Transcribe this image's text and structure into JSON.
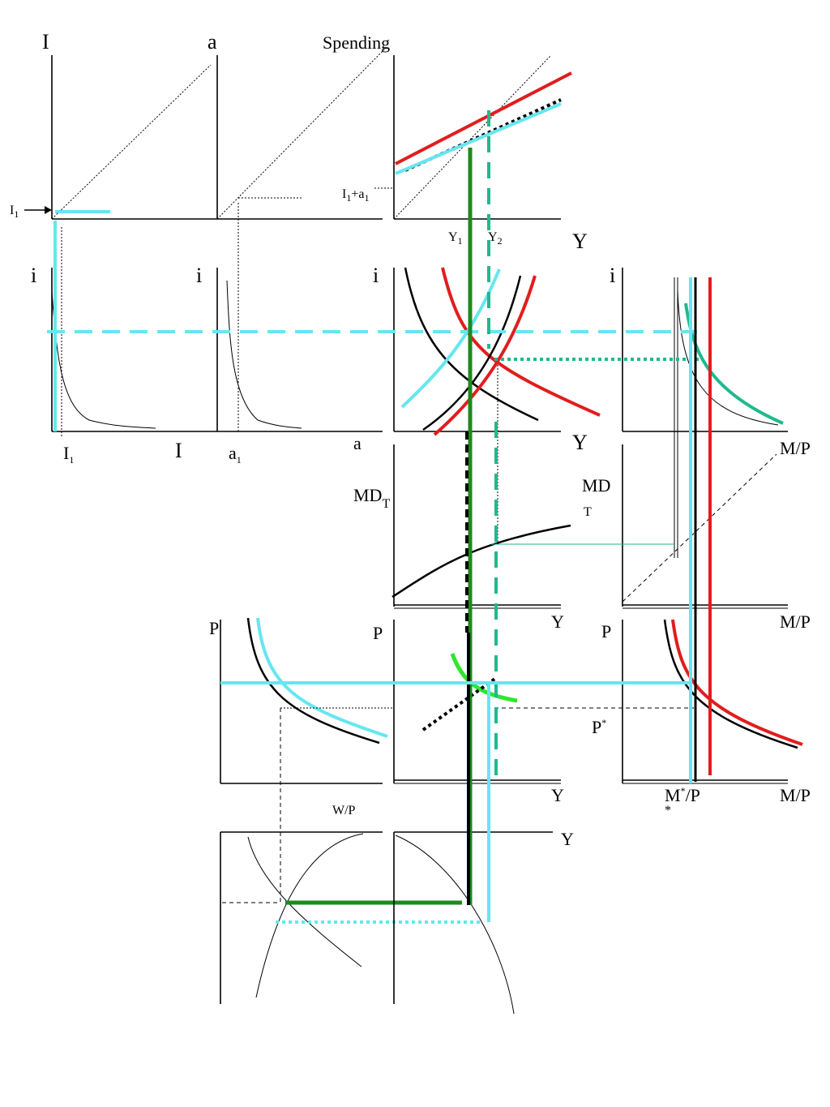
{
  "panels": {
    "top_left": {
      "y_axis": "I",
      "tick": "I",
      "tick_sub": "1"
    },
    "top_mid": {
      "y_axis": "a"
    },
    "top_right": {
      "y_axis": "Spending",
      "intercept_main": "I",
      "intercept_sub1": "1",
      "intercept_plus": "+a",
      "intercept_sub2": "1",
      "y1_main": "Y",
      "y1_sub": "1",
      "y2_main": "Y",
      "y2_sub": "2",
      "x_axis": "Y"
    },
    "invest_demand": {
      "y_axis": "i",
      "x_axis": "I",
      "tick_main": "I",
      "tick_sub": "1"
    },
    "auto_demand": {
      "y_axis": "i",
      "x_axis": "a",
      "tick_main": "a",
      "tick_sub": "1"
    },
    "islm": {
      "y_axis": "i",
      "x_axis": "Y"
    },
    "money_market": {
      "y_axis": "i",
      "x_axis": "M/P"
    },
    "md_left": {
      "main": "MD",
      "sub": "T"
    },
    "md_right": {
      "main": "MD",
      "sub": "T"
    },
    "md_axis_Y": "Y",
    "md_axis_MP": "M/P",
    "ad_left": {
      "y_axis": "P",
      "x_axis": "W/P"
    },
    "ad_mid": {
      "y_axis": "P",
      "x_axis": "Y"
    },
    "ad_right": {
      "y_axis": "P",
      "x_axis": "M/P",
      "p_star_main": "P",
      "p_star_sup": "*",
      "m_star_main": "M",
      "m_star_sup": "*",
      "m_star_rest": "/P",
      "m_star_under": "*"
    },
    "prod_axis": "Y"
  },
  "colors": {
    "cyan": "#66e6f0",
    "red": "#e11d1d",
    "teal": "#1fb98e",
    "green": "#1c8a1c",
    "lime": "#2ee62e",
    "black": "#000000"
  }
}
